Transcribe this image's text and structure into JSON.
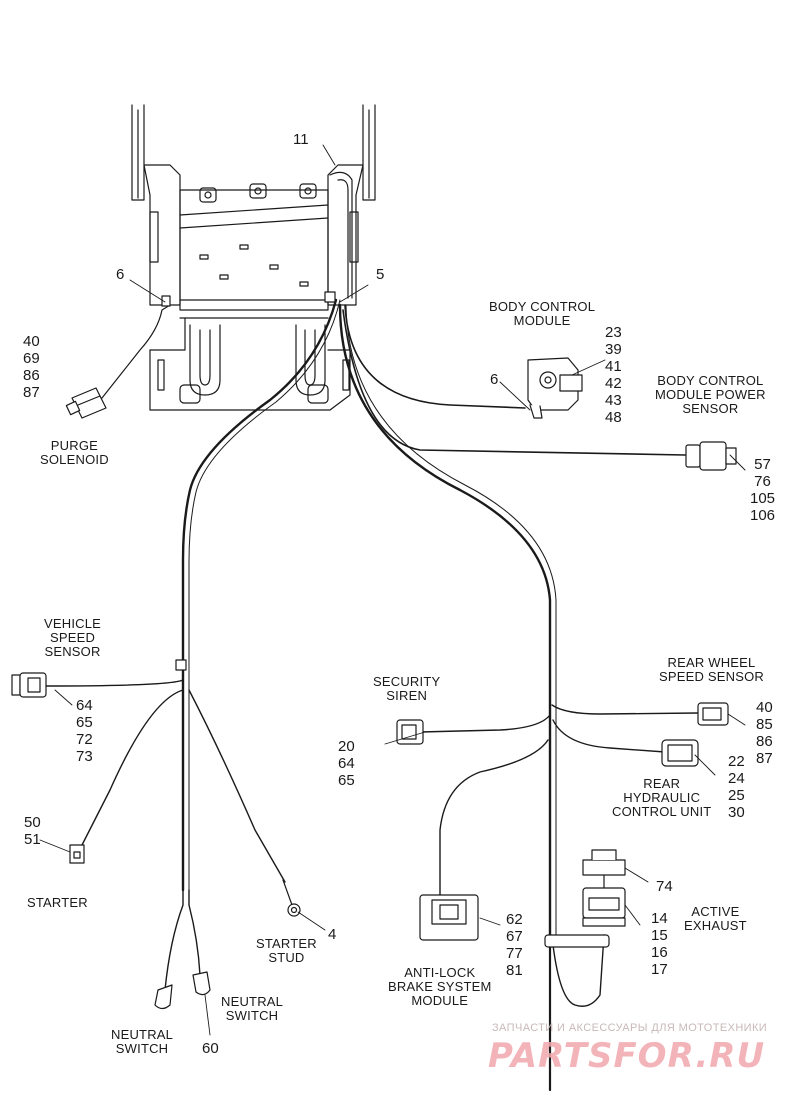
{
  "callouts": {
    "c11": "11",
    "c6_left": "6",
    "c5": "5",
    "c6_bcm": "6",
    "c4": "4",
    "c74": "74",
    "c60": "60"
  },
  "groups": {
    "purge": [
      "40",
      "69",
      "86",
      "87"
    ],
    "bcm": [
      "23",
      "39",
      "41",
      "42",
      "43",
      "48"
    ],
    "bcm_power": [
      "57",
      "76",
      "105",
      "106"
    ],
    "vss": [
      "64",
      "65",
      "72",
      "73"
    ],
    "siren": [
      "20",
      "64",
      "65"
    ],
    "rear_wheel": [
      "40",
      "85",
      "86",
      "87"
    ],
    "hcu": [
      "22",
      "24",
      "25",
      "30"
    ],
    "starter": [
      "50",
      "51"
    ],
    "abs": [
      "62",
      "67",
      "77",
      "81"
    ],
    "exhaust": [
      "14",
      "15",
      "16",
      "17"
    ]
  },
  "labels": {
    "body_control_module": [
      "BODY CONTROL",
      "MODULE"
    ],
    "bcm_power_sensor": [
      "BODY CONTROL",
      "MODULE POWER",
      "SENSOR"
    ],
    "purge_solenoid": [
      "PURGE",
      "SOLENOID"
    ],
    "vehicle_speed_sensor": [
      "VEHICLE",
      "SPEED",
      "SENSOR"
    ],
    "security_siren": [
      "SECURITY",
      "SIREN"
    ],
    "rear_wheel_speed_sensor": [
      "REAR WHEEL",
      "SPEED SENSOR"
    ],
    "rear_hydraulic_control_unit": [
      "REAR",
      "HYDRAULIC",
      "CONTROL UNIT"
    ],
    "starter": [
      "STARTER"
    ],
    "starter_stud": [
      "STARTER",
      "STUD"
    ],
    "neutral_switch_right": [
      "NEUTRAL",
      "SWITCH"
    ],
    "neutral_switch_left": [
      "NEUTRAL",
      "SWITCH"
    ],
    "abs_module": [
      "ANTI-LOCK",
      "BRAKE SYSTEM",
      "MODULE"
    ],
    "active_exhaust": [
      "ACTIVE",
      "EXHAUST"
    ]
  },
  "watermark": {
    "text": "ЗАПЧАСТИ И АКСЕССУАРЫ ДЛЯ МОТОТЕХНИКИ",
    "logo": "PARTSFOR.RU"
  },
  "colors": {
    "line": "#1a1a1a",
    "frame_fill": "#ffffff",
    "watermark_logo": "#f2a7ad",
    "watermark_text": "#c9b9b9"
  }
}
